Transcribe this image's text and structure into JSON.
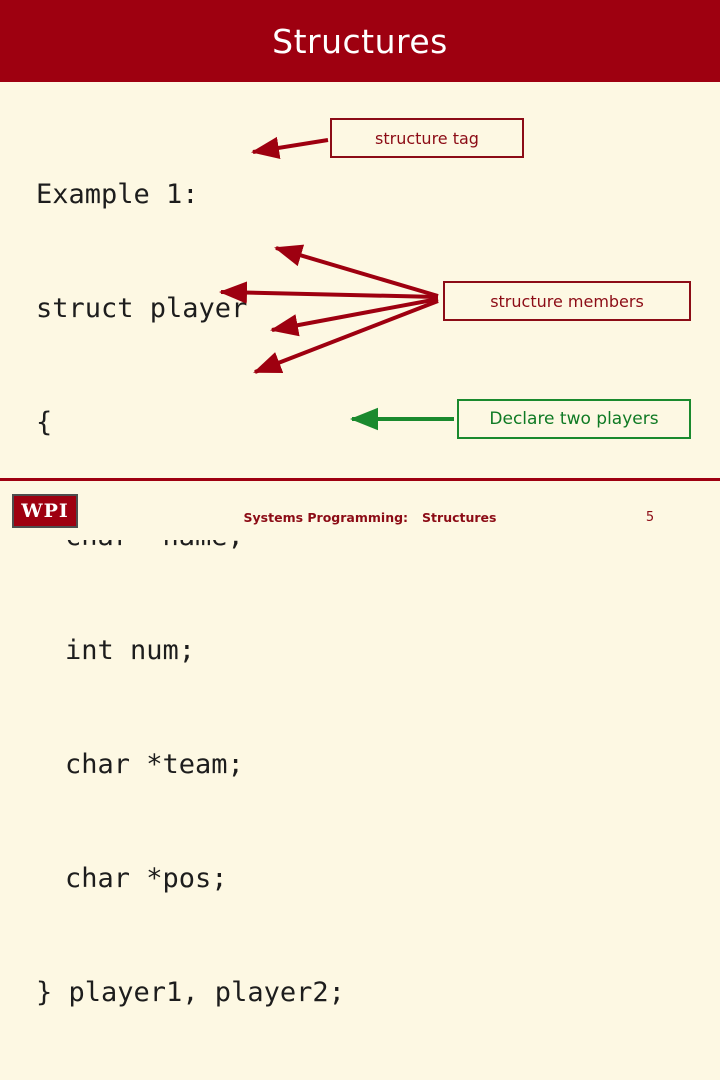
{
  "slide": {
    "title": "Structures",
    "colors": {
      "header_background": "#9e0010",
      "page_background": "#fdf8e3",
      "accent_red": "#8c0c16",
      "accent_green": "#0f7a24",
      "text": "#1d1d1d"
    },
    "code": {
      "line1": "Example 1:",
      "line2": "struct player",
      "line3": "{",
      "line4": "char *name;",
      "line5": "int num;",
      "line6": "char *team;",
      "line7": "char *pos;",
      "line8": "} player1, player2;"
    },
    "callouts": {
      "structure_tag": "structure tag",
      "structure_members": "structure members",
      "declare_players": "Declare two players"
    },
    "footer": {
      "course": "Systems Programming:",
      "topic": "Structures",
      "logo": "WPI",
      "page_number": "5"
    }
  }
}
